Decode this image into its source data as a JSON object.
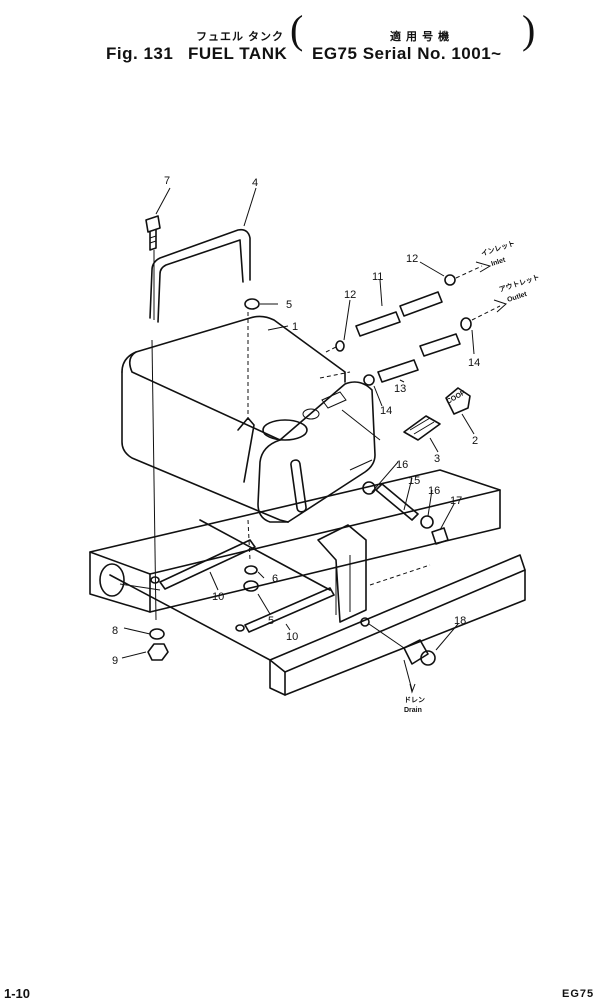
{
  "header": {
    "jp_title": "フュエル タンク",
    "jp_serial": "適 用 号 機",
    "fig_label": "Fig. 131",
    "part_title": "FUEL TANK",
    "serial_text": "EG75 Serial No. 1001~"
  },
  "annotations": {
    "inlet_jp": "インレット",
    "inlet": "Inlet",
    "outlet_jp": "アウトレット",
    "outlet": "Outlet",
    "drain_jp": "ドレン",
    "drain": "Drain",
    "cap_text": "COOP"
  },
  "callouts": [
    "7",
    "4",
    "5",
    "1",
    "12",
    "11",
    "12",
    "14",
    "13",
    "14",
    "2",
    "3",
    "16",
    "15",
    "16",
    "17",
    "6",
    "10",
    "5",
    "10",
    "8",
    "9",
    "18"
  ],
  "footer": {
    "page": "1-10",
    "model": "EG75"
  }
}
